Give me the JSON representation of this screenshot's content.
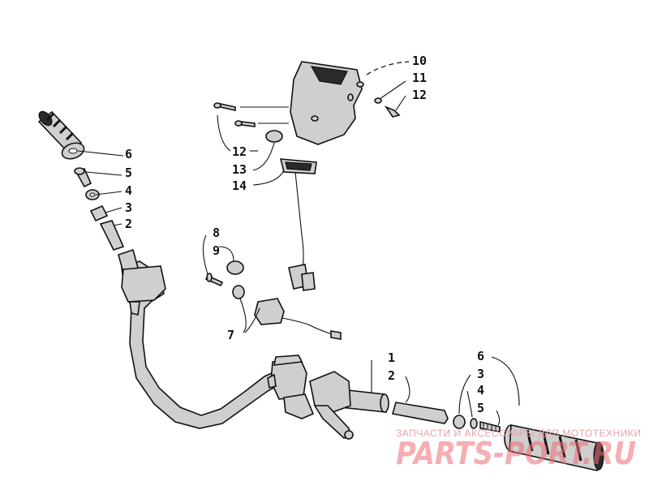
{
  "callouts": [
    {
      "id": "c10",
      "text": "10"
    },
    {
      "id": "c11",
      "text": "11"
    },
    {
      "id": "c12a",
      "text": "12"
    },
    {
      "id": "c12b",
      "text": "12"
    },
    {
      "id": "c13",
      "text": "13"
    },
    {
      "id": "c14",
      "text": "14"
    },
    {
      "id": "c6l",
      "text": "6"
    },
    {
      "id": "c5l",
      "text": "5"
    },
    {
      "id": "c4l",
      "text": "4"
    },
    {
      "id": "c3l",
      "text": "3"
    },
    {
      "id": "c2l",
      "text": "2"
    },
    {
      "id": "c8",
      "text": "8"
    },
    {
      "id": "c9",
      "text": "9"
    },
    {
      "id": "c7",
      "text": "7"
    },
    {
      "id": "c1",
      "text": "1"
    },
    {
      "id": "c2r",
      "text": "2"
    },
    {
      "id": "c6r",
      "text": "6"
    },
    {
      "id": "c3r",
      "text": "3"
    },
    {
      "id": "c4r",
      "text": "4"
    },
    {
      "id": "c5r",
      "text": "5"
    }
  ],
  "watermark": {
    "tagline": "ЗАПЧАСТИ И АКСЕССУАРЫ ДЛЯ МОТОТЕХНИКИ",
    "logo_text": "PARTS-PORT.RU"
  },
  "colors": {
    "line": "#111111",
    "part_fill": "#cfcfcf",
    "watermark": "#ef6c74"
  }
}
